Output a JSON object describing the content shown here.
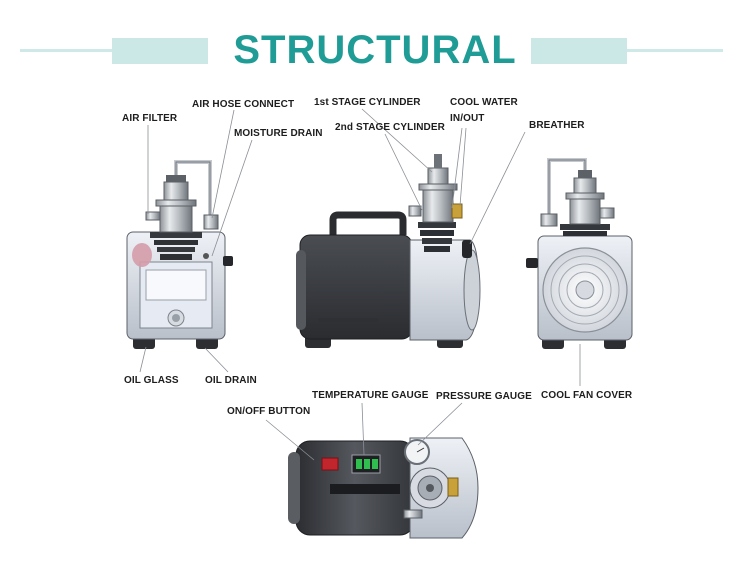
{
  "header": {
    "title": "STRUCTURAL",
    "accent_color": "#1f9c95",
    "band_color": "#cbe8e7"
  },
  "labels": {
    "air_filter": "AIR FILTER",
    "air_hose_connect": "AIR HOSE CONNECT",
    "moisture_drain": "MOISTURE DRAIN",
    "first_stage_cylinder": "1st STAGE CYLINDER",
    "second_stage_cylinder": "2nd STAGE CYLINDER",
    "cool_water_in": "COOL WATER",
    "cool_water_out": "IN/OUT",
    "breather": "BREATHER",
    "oil_glass": "OIL GLASS",
    "oil_drain": "OIL DRAIN",
    "cool_fan_cover": "COOL FAN COVER",
    "temperature_gauge": "TEMPERATURE GAUGE",
    "pressure_gauge": "PRESSURE GAUGE",
    "on_off_button": "ON/OFF BUTTON"
  },
  "views": [
    "front-view",
    "side-view",
    "rear-view",
    "top-view"
  ]
}
